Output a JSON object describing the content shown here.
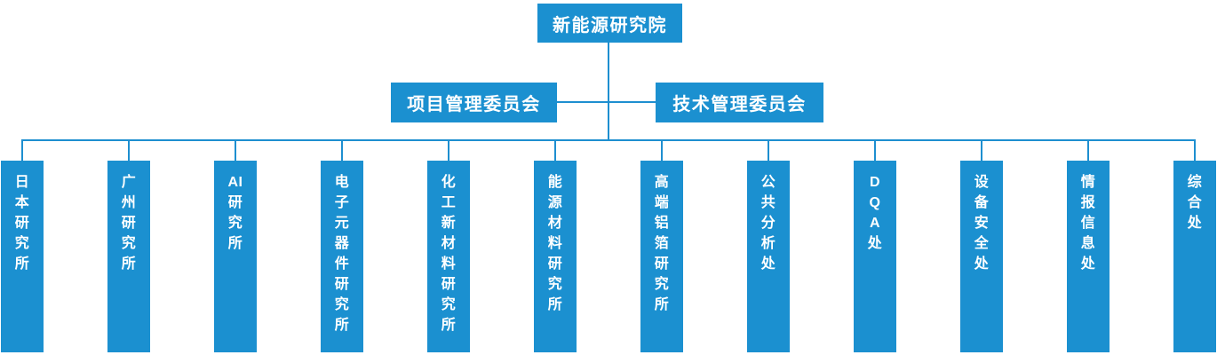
{
  "org_chart": {
    "root": {
      "label": "新能源研究院"
    },
    "committees": [
      {
        "label": "项目管理委员会"
      },
      {
        "label": "技术管理委员会"
      }
    ],
    "departments": [
      {
        "label": "日本研究所",
        "lines": [
          "日",
          "本",
          "研",
          "究",
          "所"
        ]
      },
      {
        "label": "广州研究所",
        "lines": [
          "广",
          "州",
          "研",
          "究",
          "所"
        ]
      },
      {
        "label": "AI研究所",
        "lines": [
          "AI",
          "研",
          "究",
          "所"
        ]
      },
      {
        "label": "电子元器件研究所",
        "lines": [
          "电",
          "子",
          "元",
          "器",
          "件",
          "研",
          "究",
          "所"
        ]
      },
      {
        "label": "化工新材料研究所",
        "lines": [
          "化",
          "工",
          "新",
          "材",
          "料",
          "研",
          "究",
          "所"
        ]
      },
      {
        "label": "能源材料研究所",
        "lines": [
          "能",
          "源",
          "材",
          "料",
          "研",
          "究",
          "所"
        ]
      },
      {
        "label": "高端铝箔研究所",
        "lines": [
          "高",
          "端",
          "铝",
          "箔",
          "研",
          "究",
          "所"
        ]
      },
      {
        "label": "公共分析处",
        "lines": [
          "公",
          "共",
          "分",
          "析",
          "处"
        ]
      },
      {
        "label": "DQA处",
        "lines": [
          "D",
          "Q",
          "A",
          "处"
        ]
      },
      {
        "label": "设备安全处",
        "lines": [
          "设",
          "备",
          "安",
          "全",
          "处"
        ]
      },
      {
        "label": "情报信息处",
        "lines": [
          "情",
          "报",
          "信",
          "息",
          "处"
        ]
      },
      {
        "label": "综合处",
        "lines": [
          "综",
          "合",
          "处"
        ]
      }
    ],
    "colors": {
      "node_fill": "#1B90D0",
      "connector": "#1E8FD0",
      "node_text": "#FFFFFF"
    }
  }
}
